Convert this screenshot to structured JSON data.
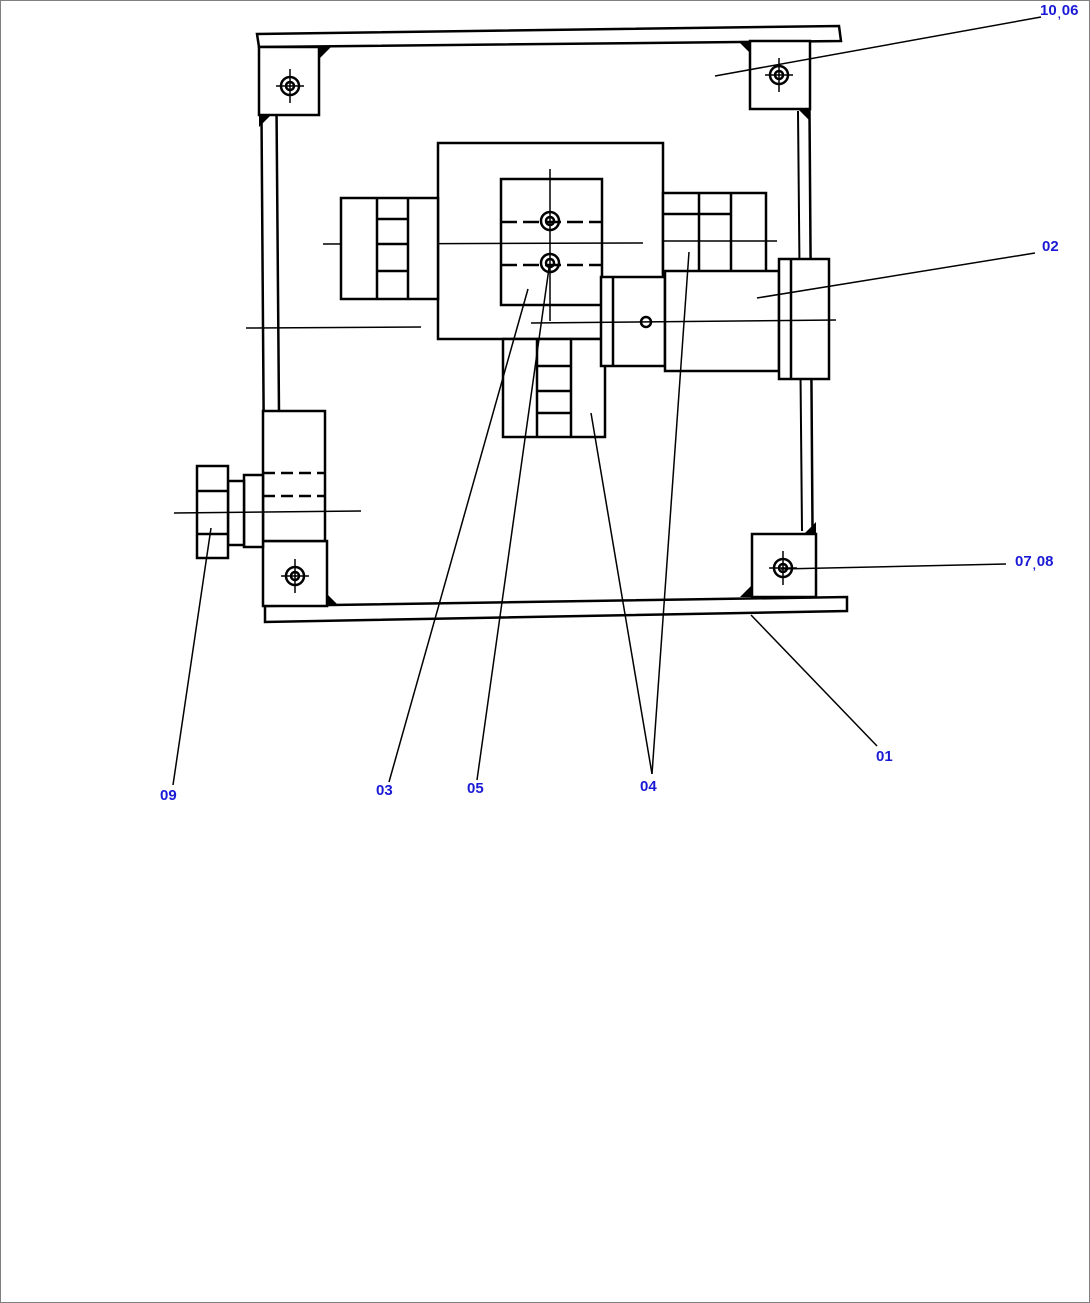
{
  "diagram": {
    "colors": {
      "ink": "#000000",
      "callout": "#1a1ad6",
      "frame_border": "#808080",
      "background": "#ffffff"
    },
    "callouts": [
      {
        "id": "10_06",
        "parts": [
          "10",
          "06"
        ],
        "separator": ","
      },
      {
        "id": "02",
        "parts": [
          "02"
        ]
      },
      {
        "id": "07_08",
        "parts": [
          "07",
          "08"
        ],
        "separator": ","
      },
      {
        "id": "01",
        "parts": [
          "01"
        ]
      },
      {
        "id": "09",
        "parts": [
          "09"
        ]
      },
      {
        "id": "03",
        "parts": [
          "03"
        ]
      },
      {
        "id": "05",
        "parts": [
          "05"
        ]
      },
      {
        "id": "04",
        "parts": [
          "04"
        ]
      }
    ]
  }
}
